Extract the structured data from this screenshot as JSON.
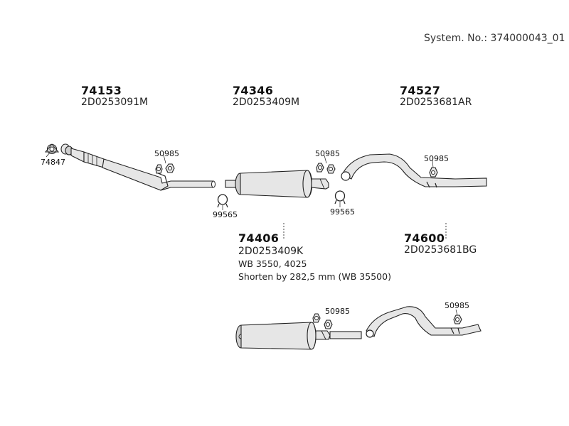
{
  "system": {
    "label": "System. No.: 374000043_01"
  },
  "parts": {
    "p74153": {
      "number": "74153",
      "code": "2D0253091M"
    },
    "p74346": {
      "number": "74346",
      "code": "2D0253409M"
    },
    "p74527": {
      "number": "74527",
      "code": "2D0253681AR"
    },
    "p74406": {
      "number": "74406",
      "code": "2D0253409K",
      "note1": "WB 3550, 4025",
      "note2": "Shorten by 282,5 mm (WB 35500)"
    },
    "p74600": {
      "number": "74600",
      "code": "2D0253681BG"
    }
  },
  "callouts": {
    "c74847": "74847",
    "c50985a": "50985",
    "c50985b": "50985",
    "c50985c": "50985",
    "c50985d": "50985",
    "c50985e": "50985",
    "c99565a": "99565",
    "c99565b": "99565"
  }
}
